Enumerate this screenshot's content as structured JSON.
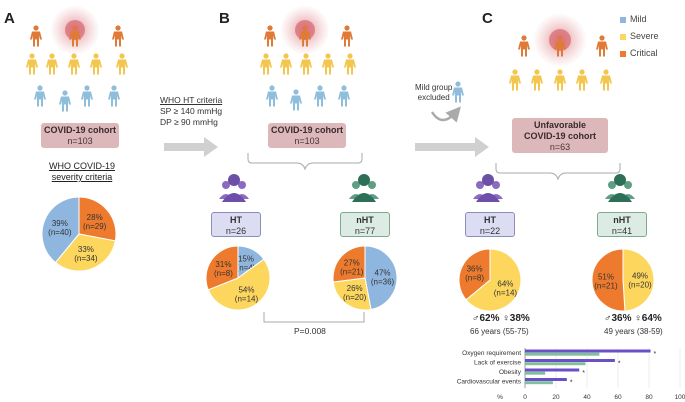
{
  "colors": {
    "mild": "#8fb6de",
    "severe": "#fdd65e",
    "critical": "#ee7b2d",
    "ht_icon": "#8a6bc0",
    "nht_icon": "#2e6f57"
  },
  "legend": {
    "mild": "Mild",
    "severe": "Severe",
    "critical": "Critical"
  },
  "panelA": {
    "letter": "A",
    "cohort_title": "COVID-19 cohort",
    "cohort_n": "n=103",
    "criteria_line1": "WHO COVID-19",
    "criteria_line2": "severity criteria",
    "pie": [
      {
        "key": "critical",
        "value": 28,
        "pct": "28%",
        "n": "(n=29)"
      },
      {
        "key": "severe",
        "value": 33,
        "pct": "33%",
        "n": "(n=34)"
      },
      {
        "key": "mild",
        "value": 39,
        "pct": "39%",
        "n": "(n=40)"
      }
    ]
  },
  "arrow1": {
    "title": "WHO HT criteria",
    "sp": "SP ≥ 140 mmHg",
    "dp": "DP ≥ 90 mmHg"
  },
  "panelB": {
    "letter": "B",
    "cohort_title": "COVID-19 cohort",
    "cohort_n": "n=103",
    "ht_label": "HT",
    "ht_n": "n=26",
    "nht_label": "nHT",
    "nht_n": "n=77",
    "ht_pie": [
      {
        "key": "mild",
        "value": 15,
        "pct": "15%",
        "n": "(n=4)"
      },
      {
        "key": "severe",
        "value": 54,
        "pct": "54%",
        "n": "(n=14)"
      },
      {
        "key": "critical",
        "value": 31,
        "pct": "31%",
        "n": "(n=8)"
      }
    ],
    "nht_pie": [
      {
        "key": "mild",
        "value": 47,
        "pct": "47%",
        "n": "(n=36)"
      },
      {
        "key": "severe",
        "value": 26,
        "pct": "26%",
        "n": "(n=20)"
      },
      {
        "key": "critical",
        "value": 27,
        "pct": "27%",
        "n": "(n=21)"
      }
    ],
    "pvalue": "P=0.008"
  },
  "arrow2": {
    "line1": "Mild group",
    "line2": "excluded"
  },
  "panelC": {
    "letter": "C",
    "cohort_title_1": "Unfavorable",
    "cohort_title_2": "COVID-19 cohort",
    "cohort_n": "n=63",
    "ht_label": "HT",
    "ht_n": "n=22",
    "nht_label": "nHT",
    "nht_n": "n=41",
    "ht_pie": [
      {
        "key": "severe",
        "value": 64,
        "pct": "64%",
        "n": "(n=14)"
      },
      {
        "key": "critical",
        "value": 36,
        "pct": "36%",
        "n": "(n=8)"
      }
    ],
    "nht_pie": [
      {
        "key": "severe",
        "value": 49,
        "pct": "49%",
        "n": "(n=20)"
      },
      {
        "key": "critical",
        "value": 51,
        "pct": "51%",
        "n": "(n=21)"
      }
    ],
    "ht_sex": "♂62% ♀38%",
    "ht_age": "66 years (55-75)",
    "nht_sex": "♂36% ♀64%",
    "nht_age": "49 years (38-59)"
  },
  "chart_data": {
    "type": "bar",
    "categories": [
      "Oxygen requirement",
      "Lack of exercise",
      "Obesity",
      "Cardiovascular events"
    ],
    "series": [
      {
        "values": [
          81,
          58,
          35,
          27
        ]
      },
      {
        "values": [
          48,
          39,
          13,
          18
        ]
      }
    ],
    "significance": [
      "*",
      "*",
      "*",
      "*"
    ],
    "xlabel": "%",
    "xlim": [
      0,
      100
    ],
    "xticks": [
      "0",
      "20",
      "40",
      "60",
      "80",
      "100"
    ]
  }
}
